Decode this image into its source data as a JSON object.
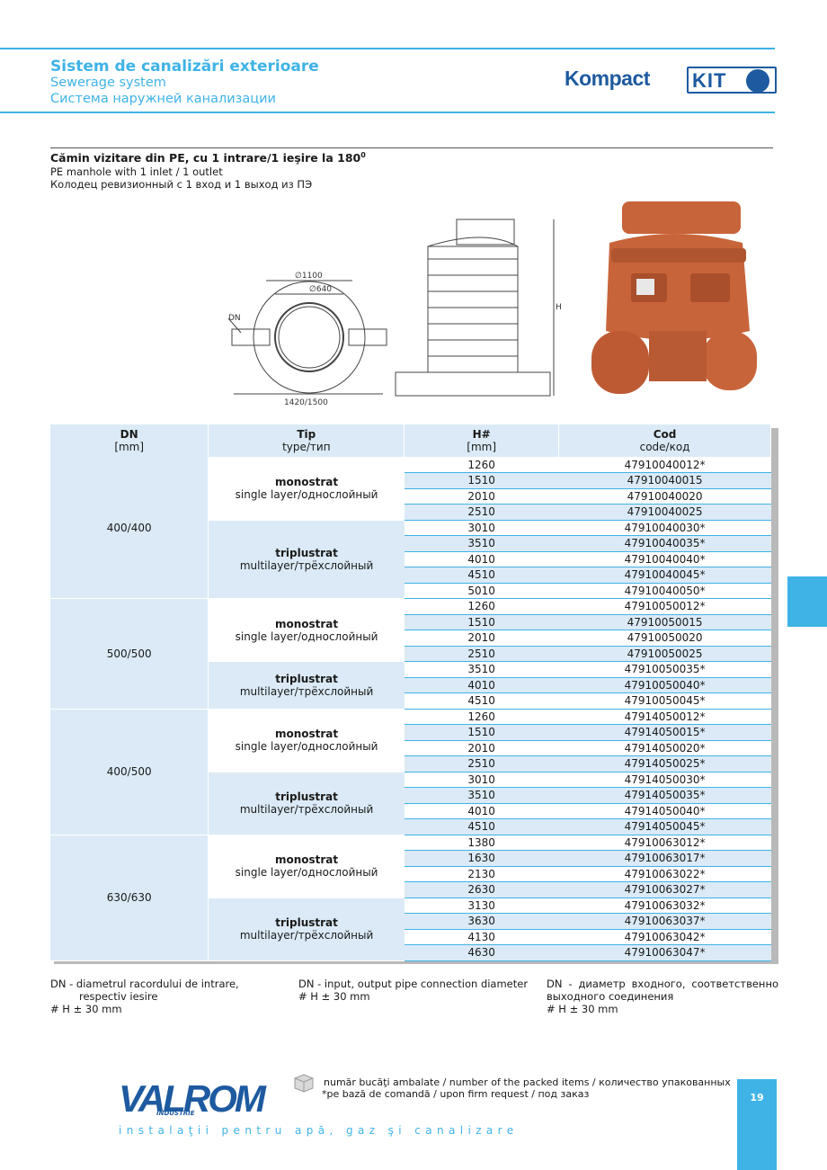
{
  "header": {
    "title_ro": "Sistem de canalizări exterioare",
    "title_en": "Sewerage system",
    "title_ru": "Система наружней канализации",
    "logo_word": "Kompact",
    "logo_kit": "KIT"
  },
  "product": {
    "title_ro": "Cămin vizitare din PE, cu 1 intrare/1 ieşire la 180",
    "title_deg": "0",
    "title_en": "PE manhole with 1 inlet / 1 outlet",
    "title_ru": "Колодец ревизионный с 1 вход и 1 выход из ПЭ"
  },
  "drawing": {
    "d_outer": "∅1100",
    "d_inner": "∅640",
    "dn": "DN",
    "width": "1420/1500",
    "h": "H"
  },
  "table": {
    "headers": [
      {
        "main": "DN",
        "sub": "[mm]"
      },
      {
        "main": "Tip",
        "sub": "type/тип"
      },
      {
        "main": "H#",
        "sub": "[mm]"
      },
      {
        "main": "Cod",
        "sub": "code/код"
      }
    ],
    "mono": {
      "main": "monostrat",
      "sub": "single layer/однослойный"
    },
    "tri": {
      "main": "triplustrat",
      "sub": "multilayer/трёхслойный"
    },
    "groups": [
      {
        "dn": "400/400",
        "mono": [
          [
            "1260",
            "47910040012*"
          ],
          [
            "1510",
            "47910040015"
          ],
          [
            "2010",
            "47910040020"
          ],
          [
            "2510",
            "47910040025"
          ]
        ],
        "tri": [
          [
            "3010",
            "47910040030*"
          ],
          [
            "3510",
            "47910040035*"
          ],
          [
            "4010",
            "47910040040*"
          ],
          [
            "4510",
            "47910040045*"
          ],
          [
            "5010",
            "47910040050*"
          ]
        ]
      },
      {
        "dn": "500/500",
        "mono": [
          [
            "1260",
            "47910050012*"
          ],
          [
            "1510",
            "47910050015"
          ],
          [
            "2010",
            "47910050020"
          ],
          [
            "2510",
            "47910050025"
          ]
        ],
        "tri": [
          [
            "3510",
            "47910050035*"
          ],
          [
            "4010",
            "47910050040*"
          ],
          [
            "4510",
            "47910050045*"
          ]
        ]
      },
      {
        "dn": "400/500",
        "mono": [
          [
            "1260",
            "47914050012*"
          ],
          [
            "1510",
            "47914050015*"
          ],
          [
            "2010",
            "47914050020*"
          ],
          [
            "2510",
            "47914050025*"
          ]
        ],
        "tri": [
          [
            "3010",
            "47914050030*"
          ],
          [
            "3510",
            "47914050035*"
          ],
          [
            "4010",
            "47914050040*"
          ],
          [
            "4510",
            "47914050045*"
          ]
        ]
      },
      {
        "dn": "630/630",
        "mono": [
          [
            "1380",
            "47910063012*"
          ],
          [
            "1630",
            "47910063017*"
          ],
          [
            "2130",
            "47910063022*"
          ],
          [
            "2630",
            "47910063027*"
          ]
        ],
        "tri": [
          [
            "3130",
            "47910063032*"
          ],
          [
            "3630",
            "47910063037*"
          ],
          [
            "4130",
            "47910063042*"
          ],
          [
            "4630",
            "47910063047*"
          ]
        ]
      }
    ]
  },
  "notes": {
    "ro_line1": "DN - diametrul racordului de intrare,",
    "ro_line2": "respectiv iesire",
    "ro_tol": "# H  ± 30 mm",
    "en_line1": "DN - input, output pipe connection diameter",
    "en_tol": "# H  ± 30 mm",
    "ru_line1": "DN  -  диаметр  входного,  соответственно выходного соединения",
    "ru_tol": "# H  ± 30 mm"
  },
  "footer": {
    "packed": "număr bucăţi ambalate / number of the packed items / количество упакованных",
    "request": "*pe bază de comandă / upon firm request / под заказ",
    "brand": "VALROM",
    "brand_sub": "INDUSTRIE",
    "tagline": "instalaţii pentru apă, gaz şi canalizare",
    "page": "19"
  },
  "colors": {
    "accent": "#3fb3e6",
    "brand_blue": "#1d5aa0",
    "row_fill": "#dbeaf6",
    "product_orange": "#c8643a"
  }
}
